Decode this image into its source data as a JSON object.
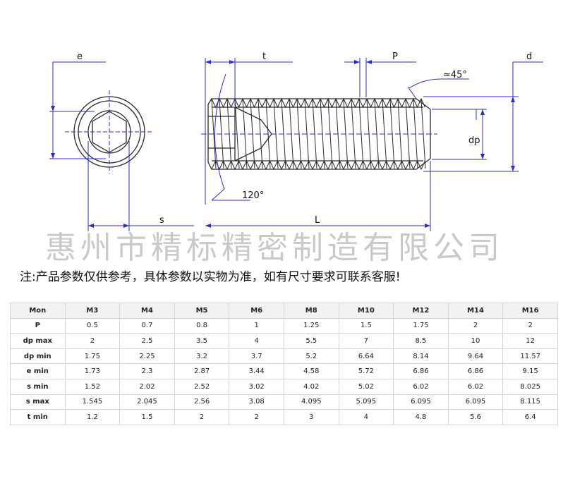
{
  "drawing": {
    "labels": {
      "e": "e",
      "s": "s",
      "t": "t",
      "P": "P",
      "angle_45": "≈45°",
      "d": "d",
      "dp": "dp",
      "angle_120": "120°",
      "L": "L"
    },
    "watermark": "惠州市精标精密制造有限公司",
    "colors": {
      "dimension": "#2b2bd0",
      "body": "#2a2a2a",
      "watermark": "#c9c9c9"
    }
  },
  "note": "注:产品参数仅供参考，具体参数以实物为准，如有尺寸要求可联系客服!",
  "table": {
    "header_label": "Mon",
    "columns": [
      "M3",
      "M4",
      "M5",
      "M6",
      "M8",
      "M10",
      "M12",
      "M14",
      "M16"
    ],
    "rows": [
      {
        "label": "P",
        "values": [
          "0.5",
          "0.7",
          "0.8",
          "1",
          "1.25",
          "1.5",
          "1.75",
          "2",
          "2"
        ]
      },
      {
        "label": "dp max",
        "values": [
          "2",
          "2.5",
          "3.5",
          "4",
          "5.5",
          "7",
          "8.5",
          "10",
          "12"
        ]
      },
      {
        "label": "dp min",
        "values": [
          "1.75",
          "2.25",
          "3.2",
          "3.7",
          "5.2",
          "6.64",
          "8.14",
          "9.64",
          "11.57"
        ]
      },
      {
        "label": "e min",
        "values": [
          "1.73",
          "2.3",
          "2.87",
          "3.44",
          "4.58",
          "5.72",
          "6.86",
          "6.86",
          "9.15"
        ]
      },
      {
        "label": "s min",
        "values": [
          "1.52",
          "2.02",
          "2.52",
          "3.02",
          "4.02",
          "5.02",
          "6.02",
          "6.02",
          "8.025"
        ]
      },
      {
        "label": "s max",
        "values": [
          "1.545",
          "2.045",
          "2.56",
          "3.08",
          "4.095",
          "5.095",
          "6.095",
          "6.095",
          "8.115"
        ]
      },
      {
        "label": "t min",
        "values": [
          "1.2",
          "1.5",
          "2",
          "2",
          "3",
          "4",
          "4.8",
          "5.6",
          "6.4"
        ]
      }
    ]
  }
}
